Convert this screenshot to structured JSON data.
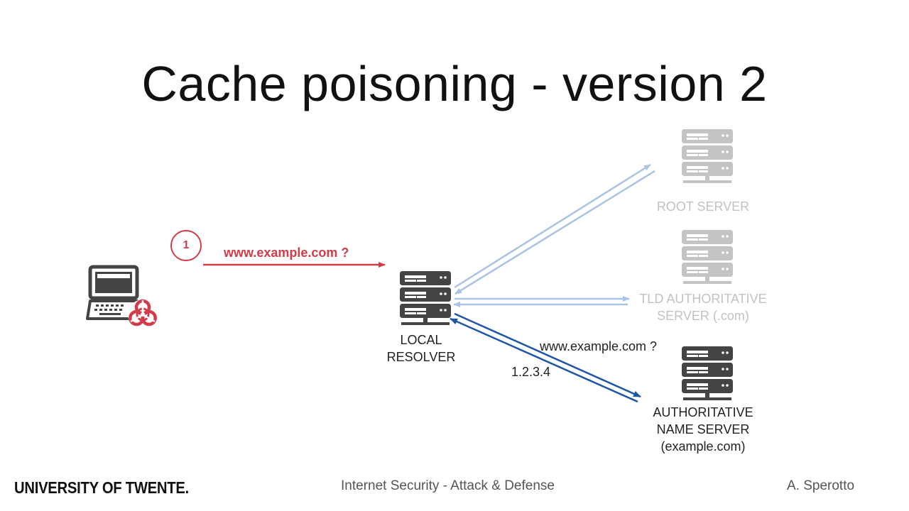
{
  "slide": {
    "title": "Cache poisoning - version 2"
  },
  "step": {
    "number": "1",
    "query": "www.example.com ?"
  },
  "nodes": {
    "root_server": "ROOT SERVER",
    "tld_server_line1": "TLD AUTHORITATIVE",
    "tld_server_line2": "SERVER (.com)",
    "local_resolver_line1": "LOCAL",
    "local_resolver_line2": "RESOLVER",
    "auth_server_line1": "AUTHORITATIVE",
    "auth_server_line2": "NAME SERVER",
    "auth_server_line3": "(example.com)"
  },
  "edges": {
    "auth_query": "www.example.com ?",
    "auth_answer": "1.2.3.4"
  },
  "footer": {
    "university": "UNIVERSITY OF TWENTE.",
    "course": "Internet Security - Attack & Defense",
    "author": "A. Sperotto"
  },
  "colors": {
    "attacker_red": "#d23b48",
    "faded_blue": "#a9c4e2",
    "strong_blue": "#1d55a8",
    "faded_gray": "#c4c4c4",
    "dark_gray": "#444444"
  },
  "icons": {
    "attacker": "laptop-biohazard-icon",
    "servers": "server-icon"
  }
}
